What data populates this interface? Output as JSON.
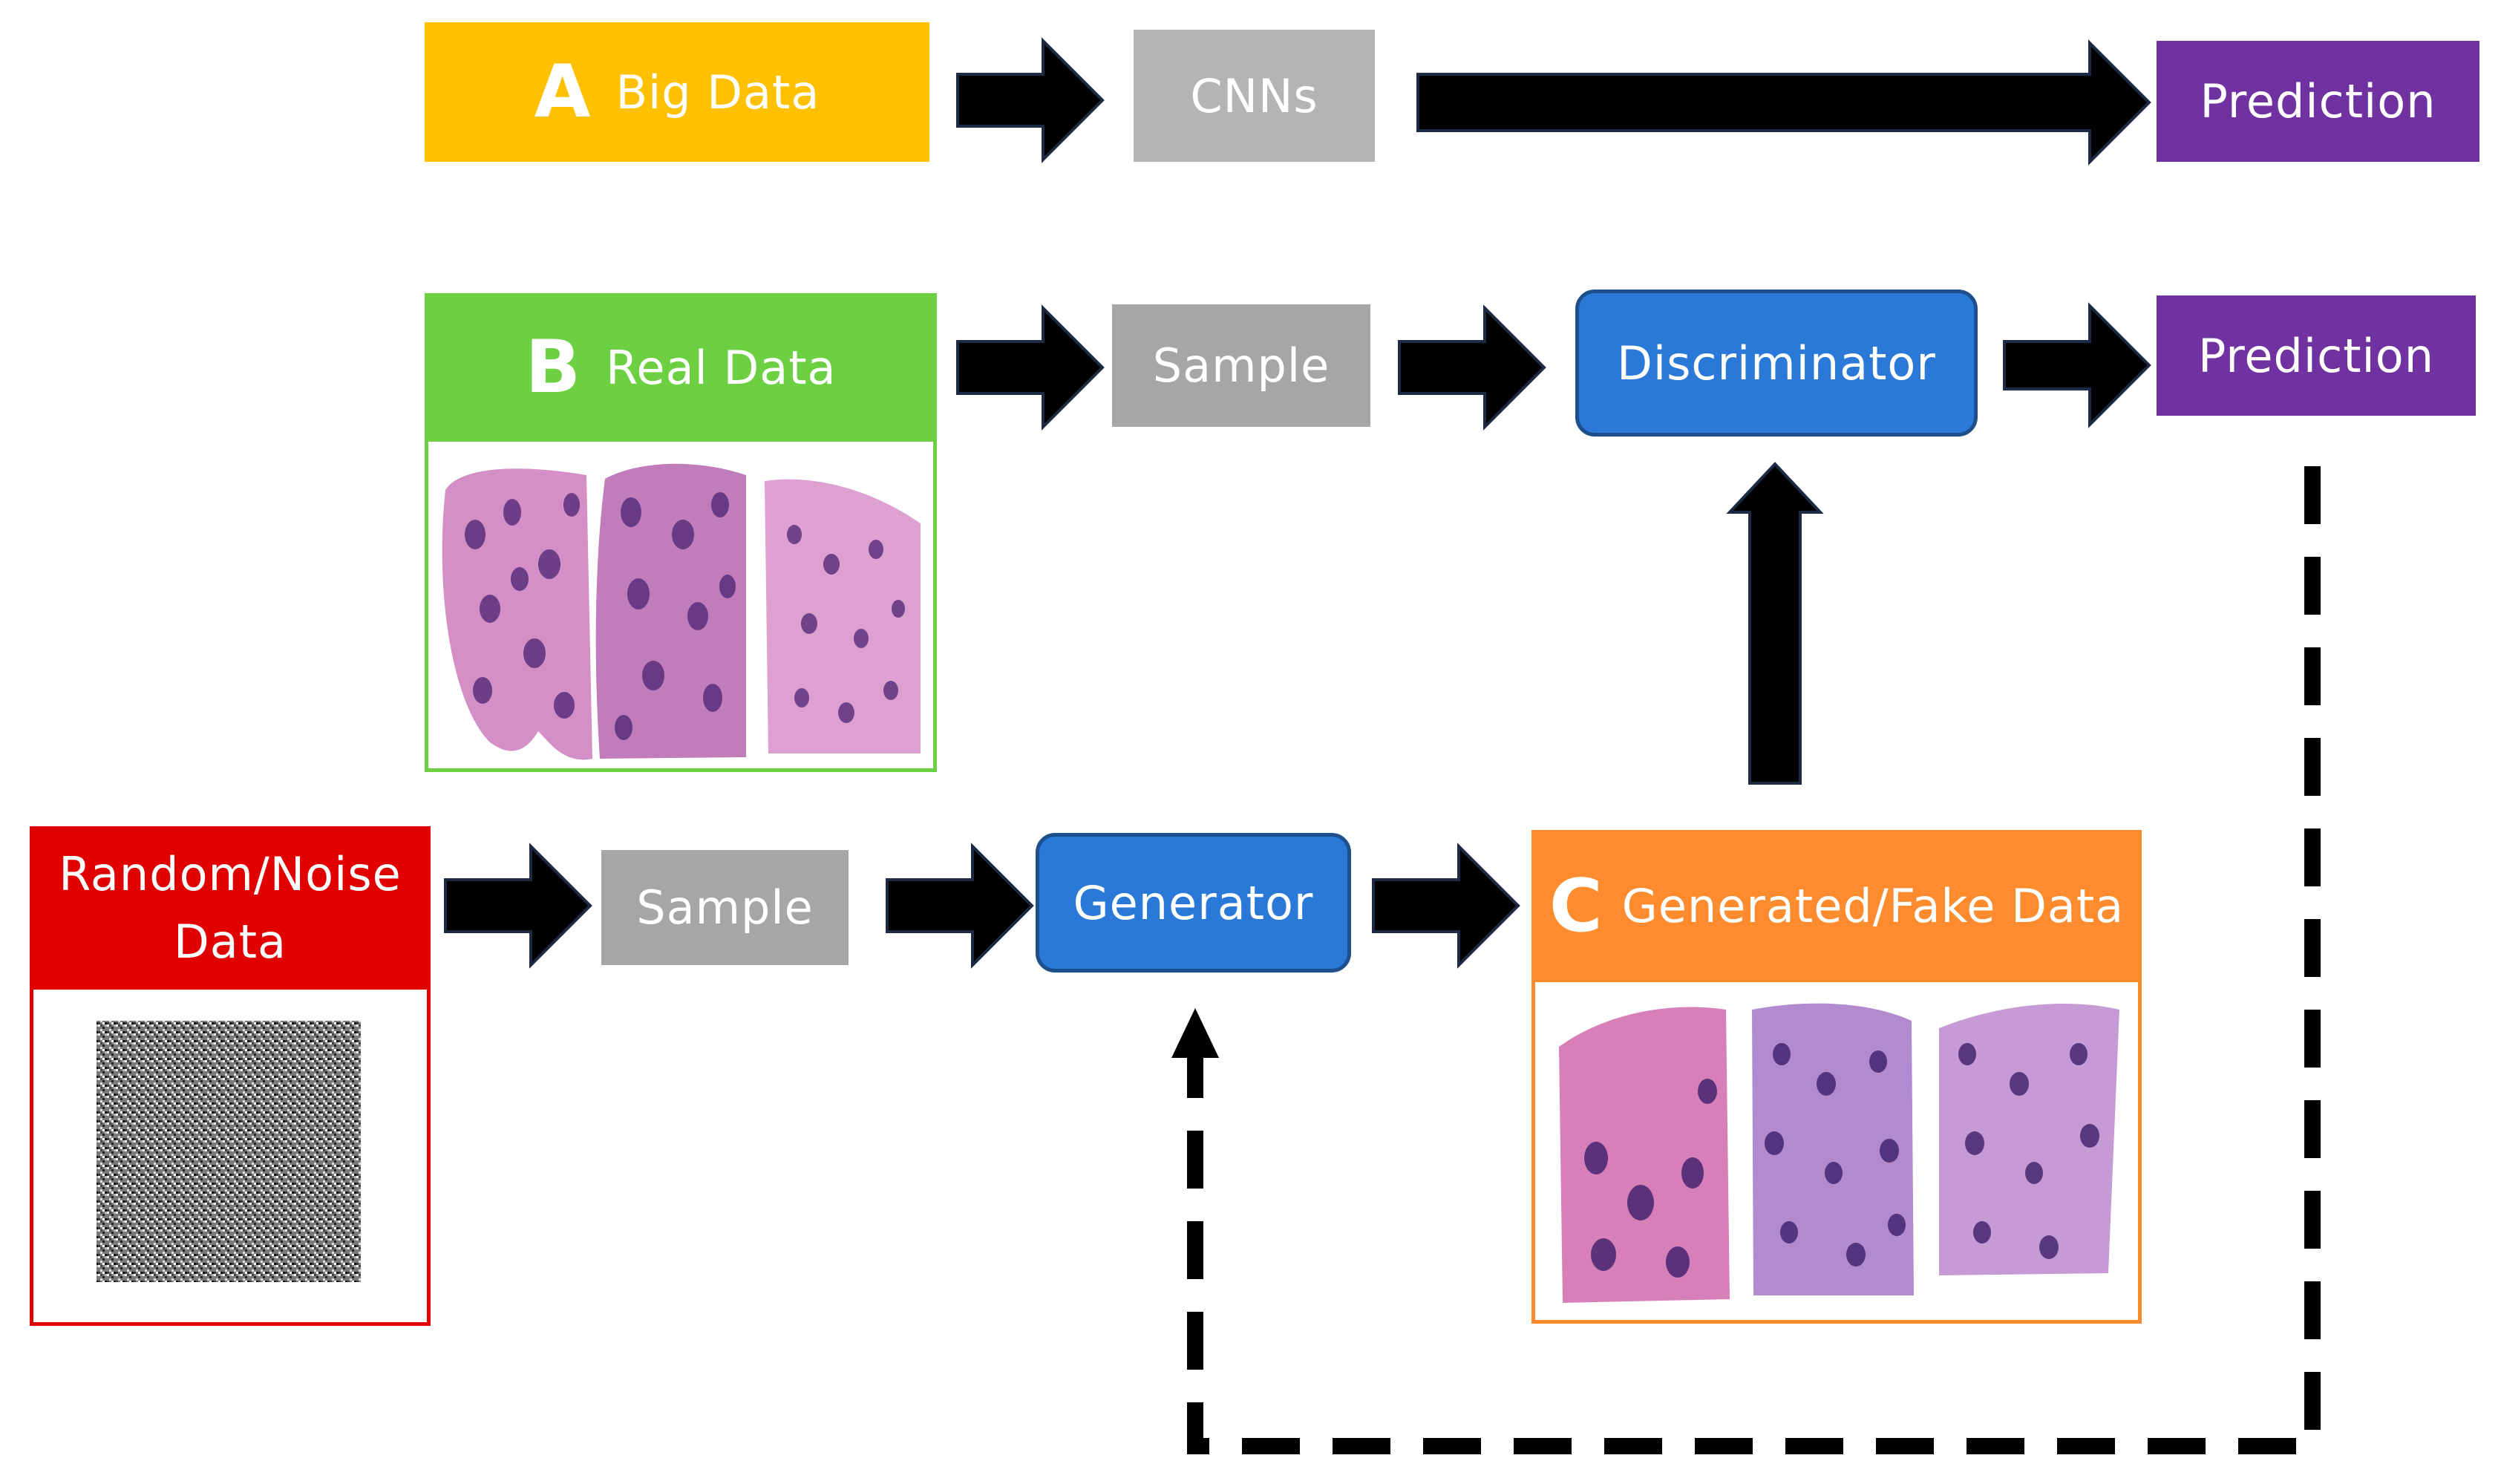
{
  "section_a": {
    "letter": "A",
    "label": "Big Data"
  },
  "section_b": {
    "letter": "B",
    "label": "Real Data"
  },
  "section_c": {
    "letter": "C",
    "label": "Generated/Fake Data"
  },
  "nodes": {
    "cnns": "CNNs",
    "prediction_top": "Prediction",
    "sample_real": "Sample",
    "discriminator": "Discriminator",
    "prediction_mid": "Prediction",
    "noise_line1": "Random/Noise",
    "noise_line2": "Data",
    "sample_noise": "Sample",
    "generator": "Generator"
  },
  "colors": {
    "big_data": "#ffc000",
    "real_data": "#6dd043",
    "fake_data": "#fe8b2e",
    "noise": "#e00000",
    "gray": "#a6a6a6",
    "blue": "#2a78d7",
    "purple": "#7032a0",
    "tissue_pink": "#d48fc6",
    "tissue_nucleus": "#4b2373"
  }
}
